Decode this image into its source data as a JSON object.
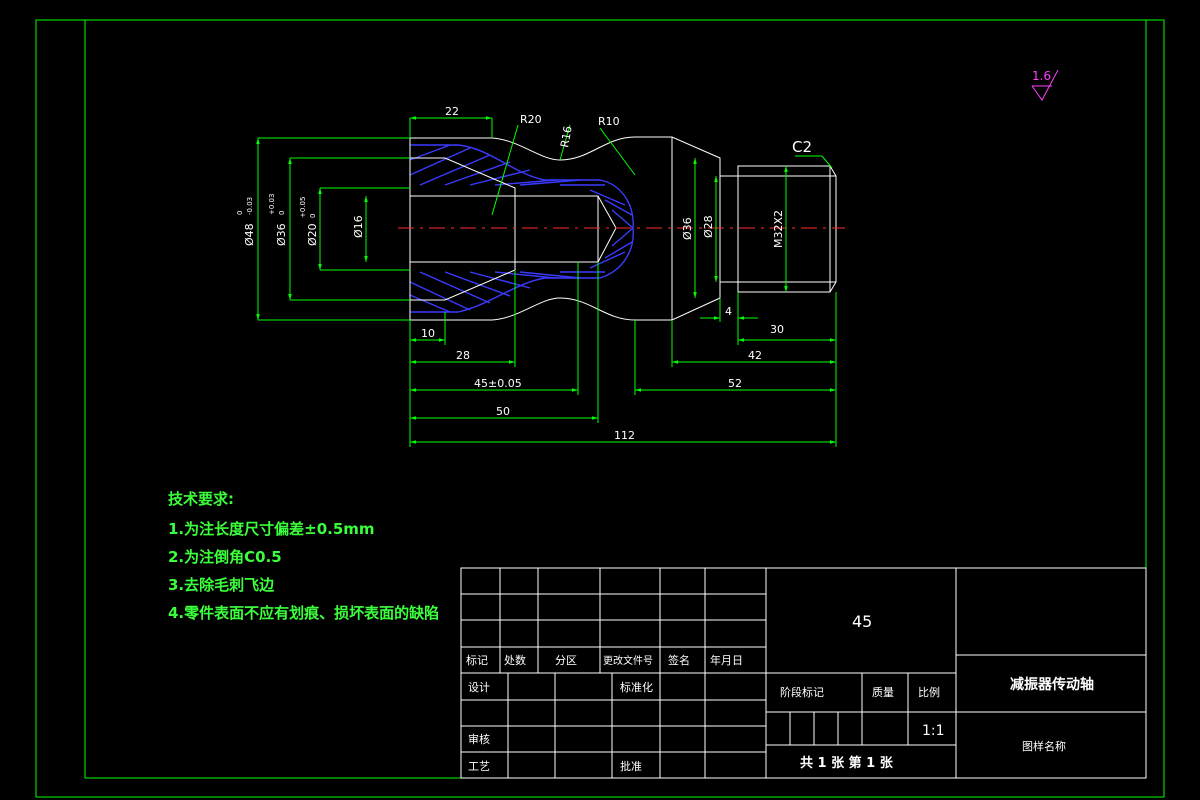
{
  "drawing": {
    "dimensions": {
      "d22": "22",
      "r20": "R20",
      "r16": "R16",
      "r10": "R10",
      "c2": "C2",
      "dia48": "Ø48",
      "dia48_tol_up": "0",
      "dia48_tol_dn": "-0.03",
      "dia36l": "Ø36",
      "dia36l_tol_up": "+0.03",
      "dia36l_tol_dn": "0",
      "dia20": "Ø20",
      "dia20_tol_up": "+0.05",
      "dia20_tol_dn": "0",
      "dia16": "Ø16",
      "dia36r": "Ø36",
      "dia28": "Ø28",
      "m32": "M32X2",
      "d10": "10",
      "d28": "28",
      "d45": "45±0.05",
      "d50": "50",
      "d112": "112",
      "d4": "4",
      "d30": "30",
      "d42": "42",
      "d52": "52"
    },
    "roughness": "1.6",
    "colors": {
      "border": "#00ff00",
      "outline": "#ffffff",
      "hatch": "#3a3aff",
      "center": "#ff2a2a",
      "roughness": "#ff40ff",
      "text": "#3cff3c"
    }
  },
  "tech_requirements": {
    "title": "技术要求:",
    "items": [
      "1.为注长度尺寸偏差±0.5mm",
      "2.为注倒角C0.5",
      "3.去除毛刺飞边",
      "4.零件表面不应有划痕、损坏表面的缺陷"
    ]
  },
  "title_block": {
    "material": "45",
    "part_name": "减振器传动轴",
    "drawing_label": "图样名称",
    "scale": "1:1",
    "sheets": "共 1 张  第 1 张",
    "rev_headers": [
      "标记",
      "处数",
      "分区",
      "更改文件号",
      "签名",
      "年月日"
    ],
    "design": "设计",
    "standard": "标准化",
    "review": "审核",
    "process": "工艺",
    "approve": "批准",
    "stage": "阶段标记",
    "mass": "质量",
    "ratio": "比例"
  }
}
